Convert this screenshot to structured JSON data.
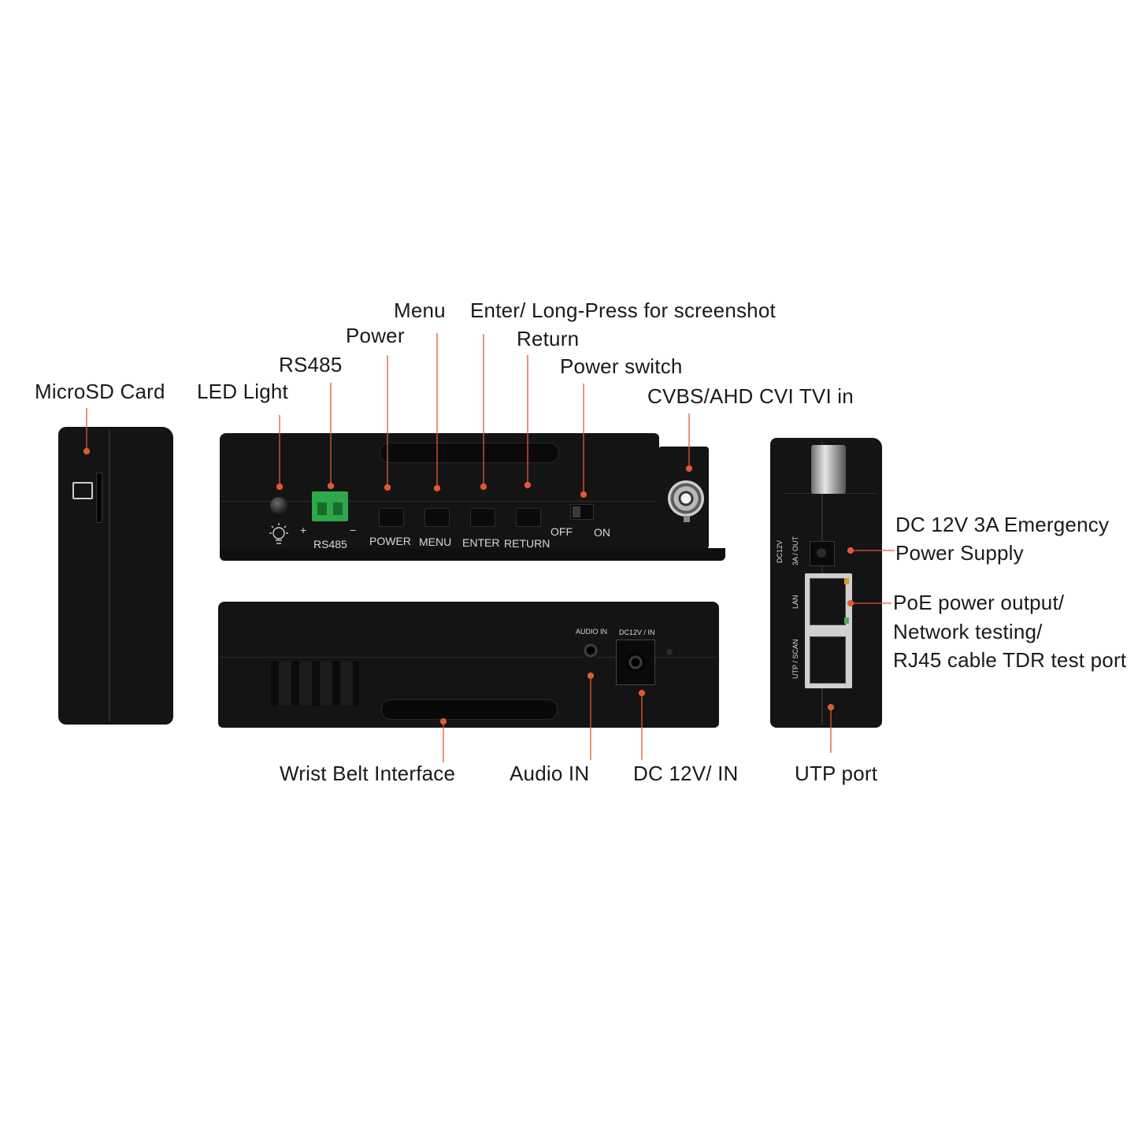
{
  "colors": {
    "leader": "#e05a2f",
    "device": "#141414",
    "terminal": "#2fa84a",
    "led_green": "#4caf50",
    "led_amber": "#d4a017"
  },
  "labels": {
    "microsd": "MicroSD Card",
    "led_light": "LED Light",
    "rs485": "RS485",
    "power": "Power",
    "menu": "Menu",
    "enter": "Enter/ Long-Press for screenshot",
    "return": "Return",
    "power_switch": "Power switch",
    "cvbs": "CVBS/AHD CVI TVI in",
    "dc_emergency_1": "DC 12V 3A Emergency",
    "dc_emergency_2": "Power Supply",
    "poe_1": "PoE power output/",
    "poe_2": "Network testing/",
    "poe_3": "RJ45 cable TDR test port",
    "wrist_belt": "Wrist Belt Interface",
    "audio_in": "Audio IN",
    "dc_in": "DC 12V/ IN",
    "utp_port": "UTP port"
  },
  "silkscreen": {
    "plus": "+",
    "minus": "−",
    "rs485": "RS485",
    "power": "POWER",
    "menu": "MENU",
    "enter": "ENTER",
    "return": "RETURN",
    "off": "OFF",
    "on": "ON",
    "audio_in": "AUDIO IN",
    "dc12v_in": "DC12V / IN",
    "dc12v_out": "DC12V",
    "dc12v_out_2": "3A / OUT",
    "lan": "LAN",
    "utp_scan": "UTP / SCAN"
  }
}
